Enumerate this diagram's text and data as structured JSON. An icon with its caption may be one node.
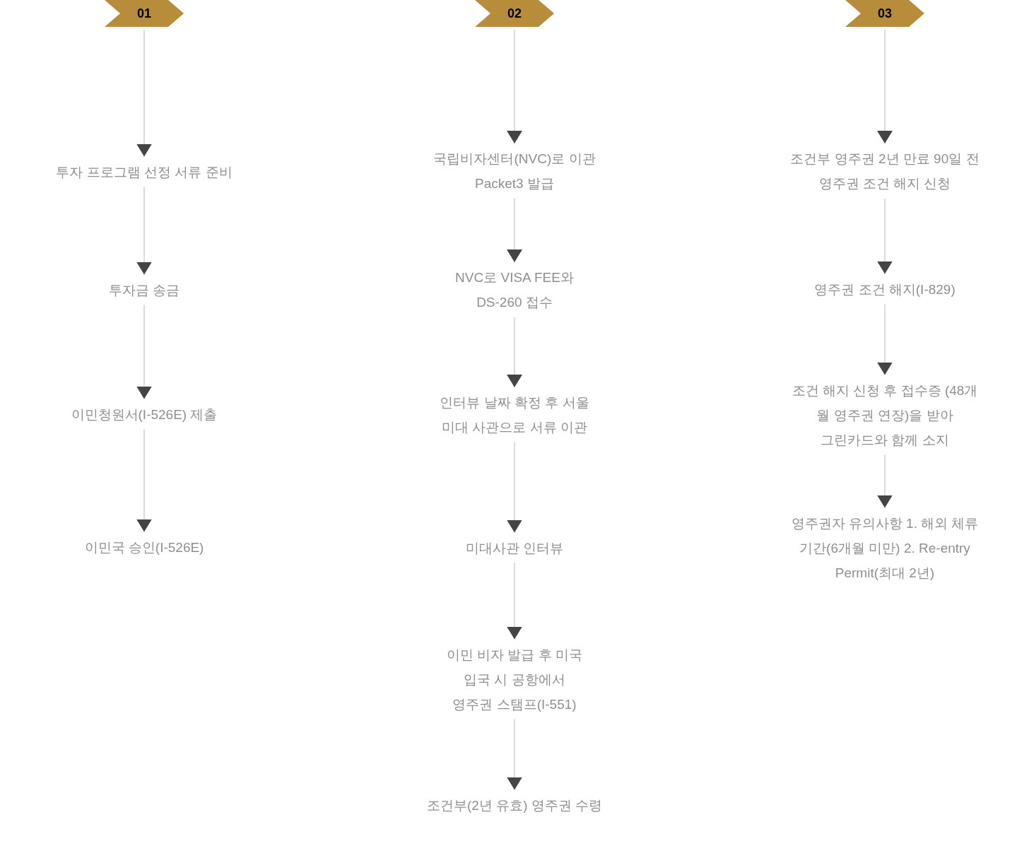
{
  "diagram": {
    "nodes": [
      {
        "text": [
          "01"
        ]
      },
      {
        "text": [
          "투자 프로그램 선정 서류 준비"
        ]
      },
      {
        "text": [
          "투자금 송금"
        ]
      },
      {
        "text": [
          "이민청원서(I-526E) 제출"
        ]
      },
      {
        "text": [
          "이민국 승인(I-526E)"
        ]
      },
      {
        "text": [
          "02"
        ]
      },
      {
        "text": [
          "국립비자센터(NVC)로 이관 Packet3 발급"
        ]
      },
      {
        "text": [
          "NVC로 VISA FEE와 DS-260 접수"
        ]
      },
      {
        "text": [
          "인터뷰 날짜 확정 후 서울 미대 사관으로 서류 이관"
        ]
      },
      {
        "text": [
          "미대사관 인터뷰"
        ]
      },
      {
        "text": [
          "이민 비자 발급 후 미국 입국 시 공항에서 영주권 스탬프(I-551)"
        ]
      },
      {
        "text": [
          "조건부(2년 유효) 영주권 수령"
        ]
      },
      {
        "text": [
          "03"
        ]
      },
      {
        "text": [
          "조건부 영주권 2년 만료 90일 전 영주권 조건 해지 신청"
        ]
      },
      {
        "text": [
          "영주권 조건 해지(I-829)"
        ]
      },
      {
        "text": [
          "조건 해지 신청 후 접수증 (48개 월 영주권 연장)을 받아 그린카드와 함께 소지"
        ]
      },
      {
        "text": [
          "영주권자 유의사항 1. 해외 체류 기간(6개월 미만) 2. Re-entry Permit(최대 2년)"
        ]
      }
    ],
    "edges": [
      {
        "from": 0,
        "to": 1,
        "arrow": "to"
      },
      {
        "from": 1,
        "to": 2,
        "arrow": "to"
      },
      {
        "from": 2,
        "to": 3,
        "arrow": "to"
      },
      {
        "from": 3,
        "to": 4,
        "arrow": "to"
      },
      {
        "from": 5,
        "to": 6,
        "arrow": "to"
      },
      {
        "from": 6,
        "to": 7,
        "arrow": "to"
      },
      {
        "from": 7,
        "to": 8,
        "arrow": "to"
      },
      {
        "from": 8,
        "to": 9,
        "arrow": "to"
      },
      {
        "from": 9,
        "to": 10,
        "arrow": "to"
      },
      {
        "from": 10,
        "to": 11,
        "arrow": "to"
      },
      {
        "from": 12,
        "to": 13,
        "arrow": "to"
      },
      {
        "from": 13,
        "to": 14,
        "arrow": "to"
      },
      {
        "from": 14,
        "to": 15,
        "arrow": "to"
      },
      {
        "from": 15,
        "to": 16,
        "arrow": "to"
      }
    ]
  }
}
